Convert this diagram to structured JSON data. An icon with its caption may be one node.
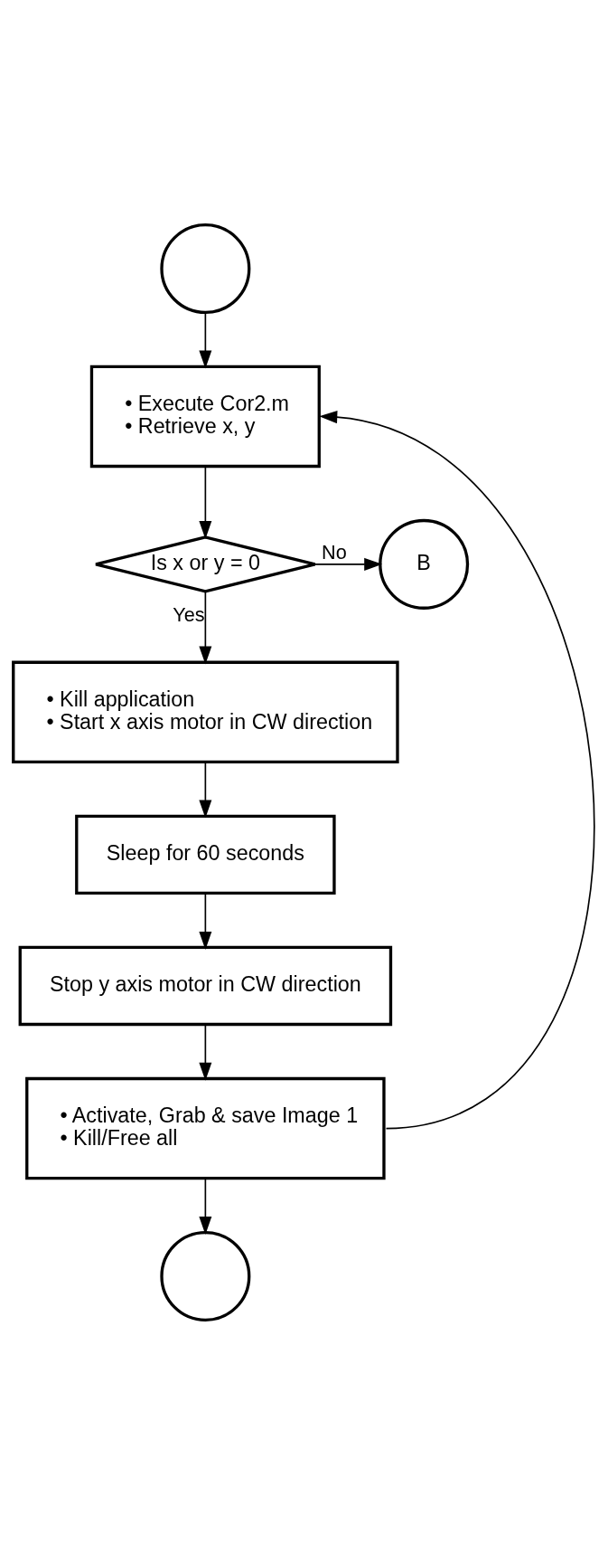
{
  "diagram": {
    "nodes": [
      {
        "text": [],
        "shape": "circle"
      },
      {
        "text": [
          "• Execute Cor2.m",
          "• Retrieve x, y"
        ]
      },
      {
        "text": [
          "Is x or y = 0"
        ]
      },
      {
        "text": [
          "B"
        ]
      },
      {
        "text": [
          "• Kill application",
          "• Start x axis motor in CW direction"
        ]
      },
      {
        "text": [
          "Sleep for 60 seconds"
        ]
      },
      {
        "text": [
          "Stop y axis motor in CW direction"
        ]
      },
      {
        "text": [
          "• Activate, Grab & save Image 1",
          "• Kill/Free all"
        ]
      },
      {
        "text": [],
        "shape": "circle"
      }
    ],
    "edges": [
      {
        "from": 0,
        "to": 1,
        "arrow": "to"
      },
      {
        "from": 1,
        "to": 2,
        "arrow": "to"
      },
      {
        "from": 2,
        "to": 3,
        "arrow": "to",
        "label": "No"
      },
      {
        "from": 2,
        "to": 4,
        "arrow": "to",
        "label": "Yes"
      },
      {
        "from": 4,
        "to": 5,
        "arrow": "to"
      },
      {
        "from": 5,
        "to": 6,
        "arrow": "to"
      },
      {
        "from": 6,
        "to": 7,
        "arrow": "to"
      },
      {
        "from": 7,
        "to": 1,
        "arrow": "to"
      },
      {
        "from": 7,
        "to": 8,
        "arrow": "to"
      }
    ]
  }
}
